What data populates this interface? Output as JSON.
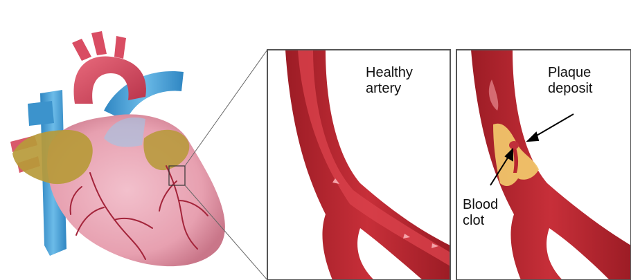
{
  "labels": {
    "healthy_line1": "Healthy",
    "healthy_line2": "artery",
    "plaque_line1": "Plaque",
    "plaque_line2": "deposit",
    "clot_line1": "Blood",
    "clot_line2": "clot"
  },
  "colors": {
    "heart_body": "#e7a0b0",
    "heart_dark": "#c97689",
    "aorta": "#d94d63",
    "vein_blue": "#4aa3d8",
    "atrium_olive": "#b79a3a",
    "artery_wall": "#b8262f",
    "artery_lumen": "#d9414b",
    "plaque": "#f0c56a",
    "clot": "#c0303a",
    "frame": "#555555"
  }
}
